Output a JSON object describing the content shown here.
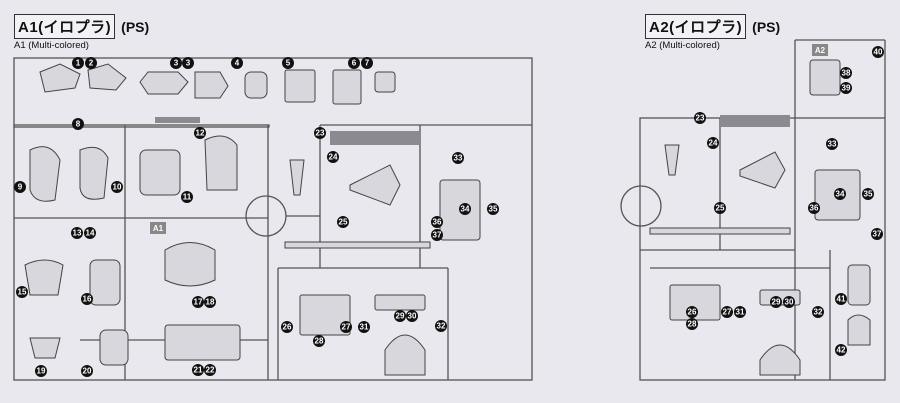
{
  "runner_a1": {
    "title": "A1(イロプラ)",
    "ps": "(PS)",
    "subtitle": "A1 (Multi-colored)",
    "tag": "A1"
  },
  "runner_a2": {
    "title": "A2(イロプラ)",
    "ps": "(PS)",
    "subtitle": "A2 (Multi-colored)",
    "tag": "A2"
  },
  "part_numbers_a1": [
    "1",
    "2",
    "3",
    "3",
    "4",
    "5",
    "6",
    "7",
    "8",
    "9",
    "10",
    "11",
    "12",
    "13",
    "14",
    "15",
    "16",
    "17",
    "18",
    "19",
    "20",
    "21",
    "22",
    "23",
    "24",
    "25",
    "26",
    "27",
    "28",
    "29",
    "30",
    "31",
    "32",
    "33",
    "34",
    "35",
    "36",
    "37"
  ],
  "part_numbers_a2": [
    "23",
    "24",
    "25",
    "26",
    "27",
    "28",
    "29",
    "30",
    "31",
    "32",
    "33",
    "34",
    "35",
    "36",
    "37",
    "38",
    "39",
    "40",
    "41",
    "42"
  ]
}
